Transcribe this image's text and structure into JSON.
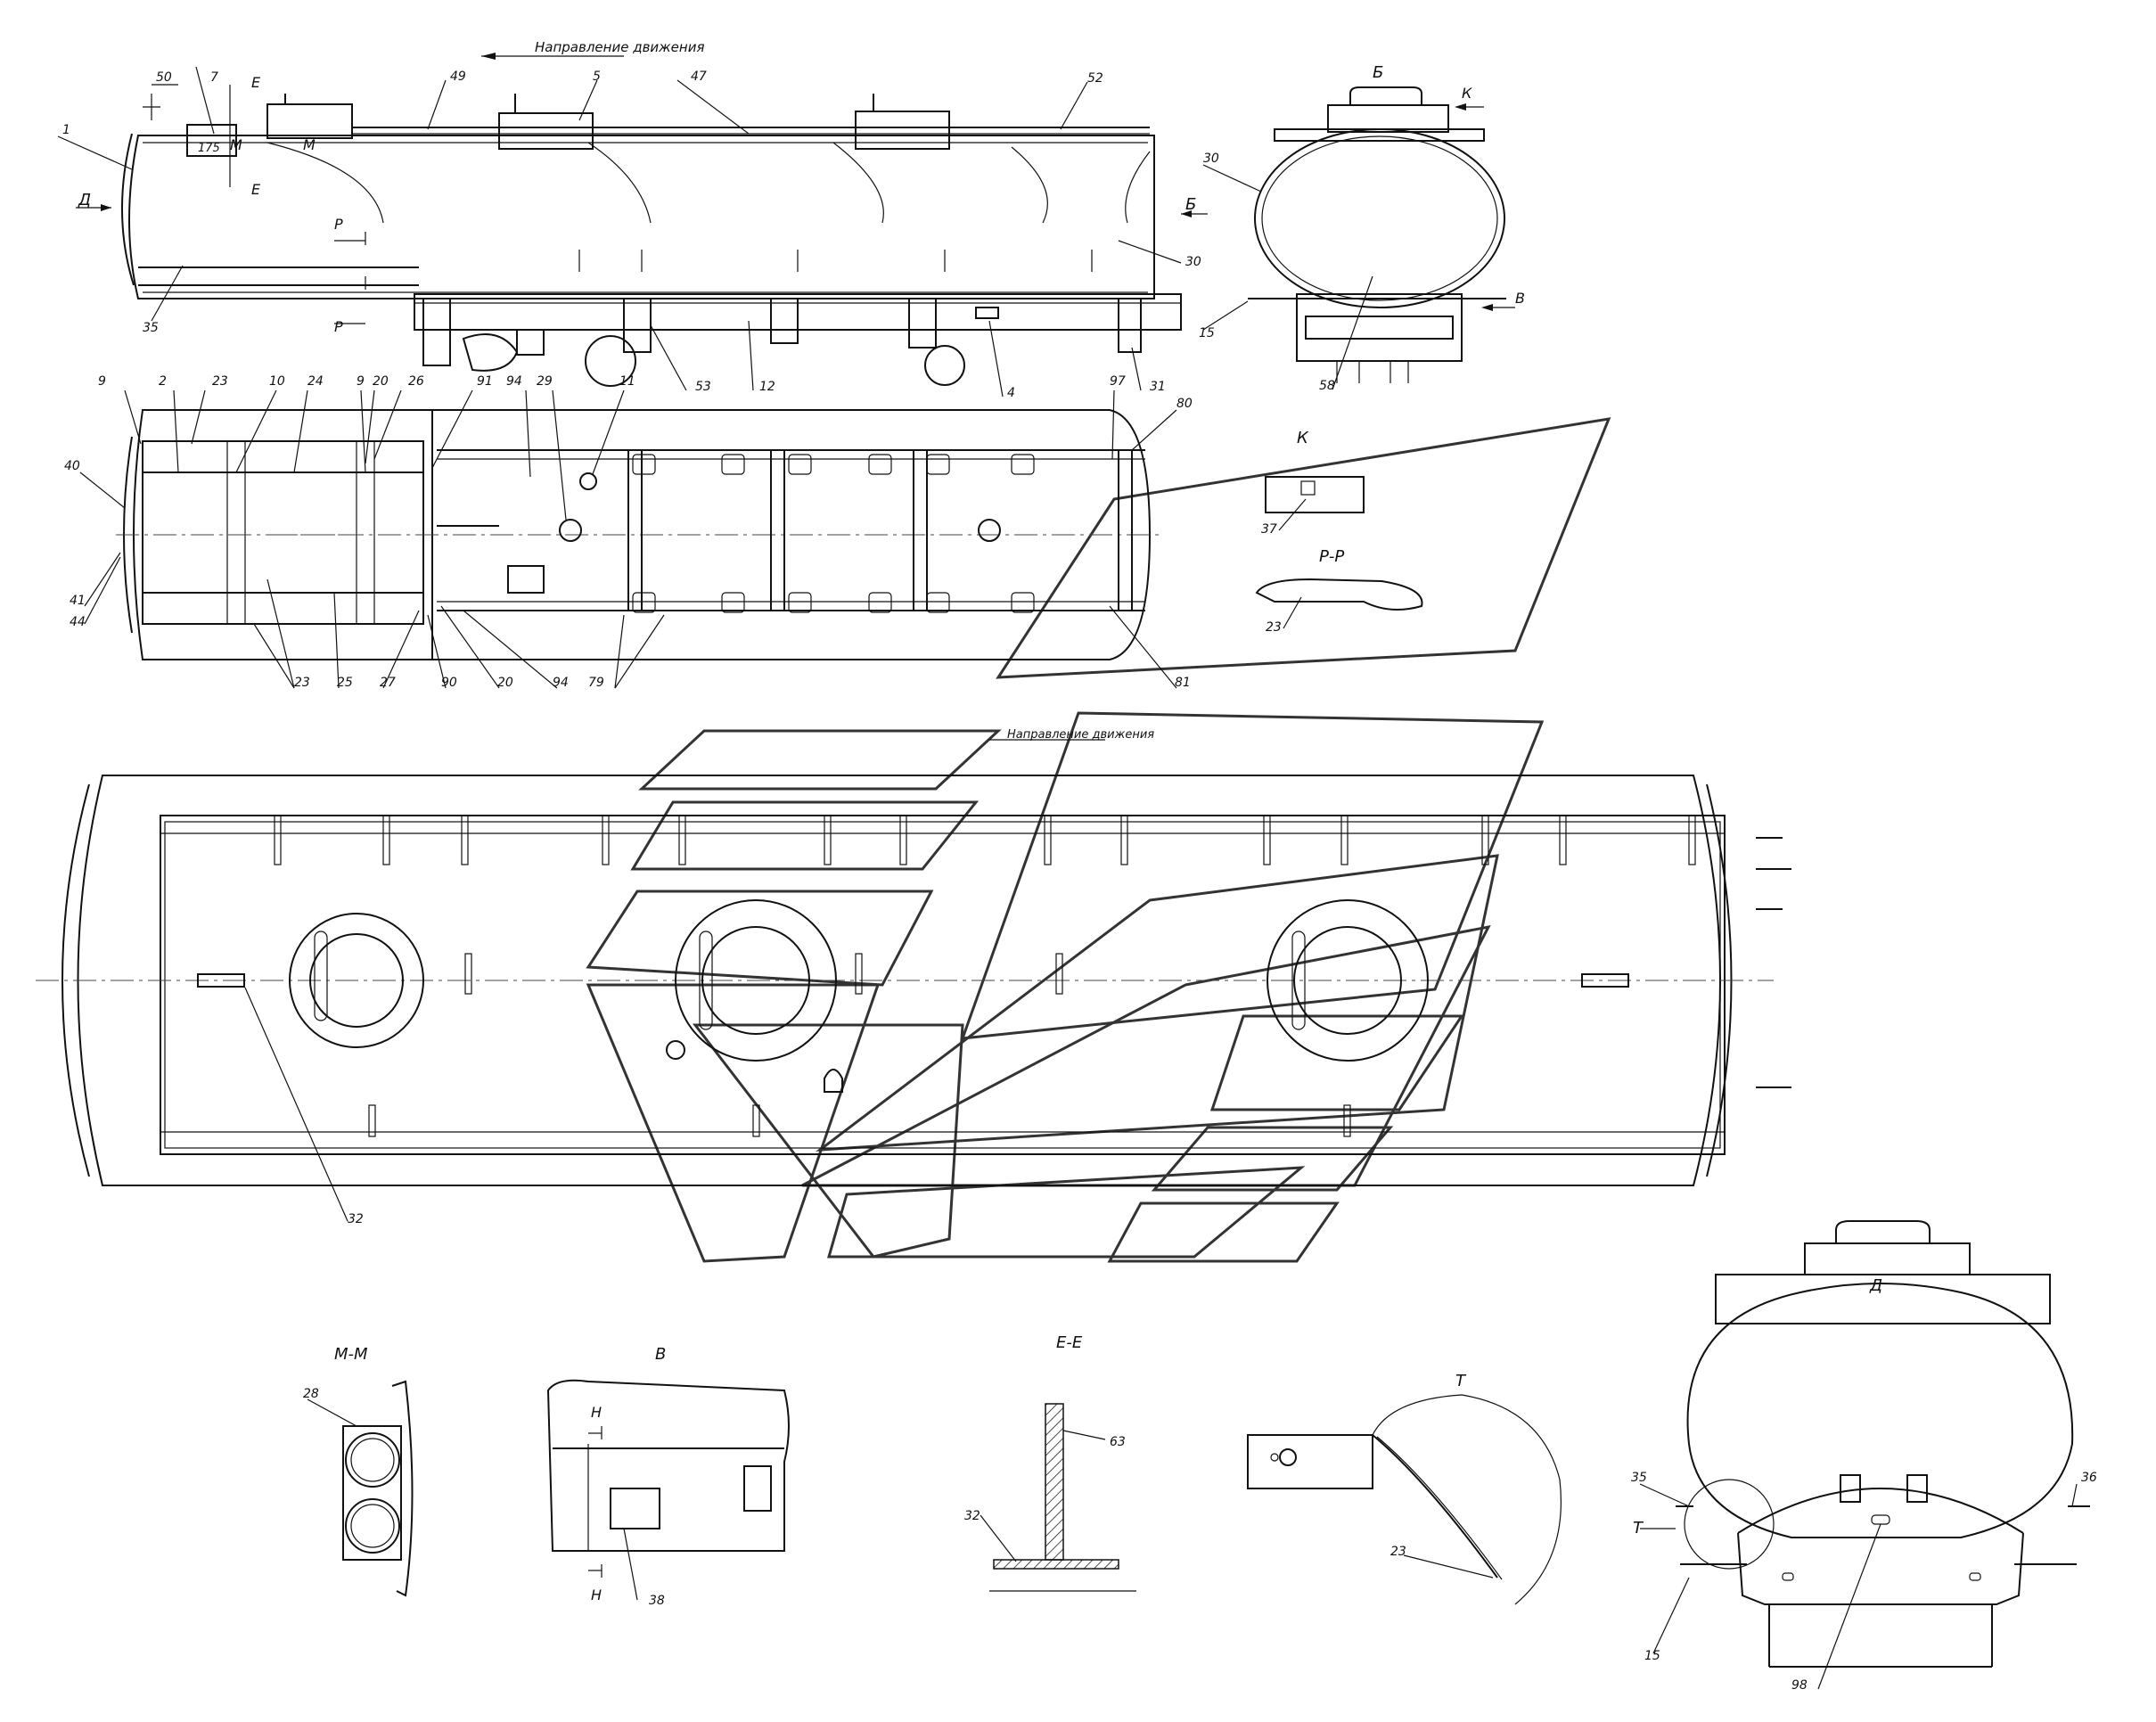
{
  "direction_label": "Направление движения",
  "views": {
    "b": "Б",
    "k": "К",
    "pp": "Р-Р",
    "d": "Д",
    "mm": "М-М",
    "v": "В",
    "ee": "Е-Е",
    "t": "Т"
  },
  "markers": {
    "d_arrow": "Д",
    "b_arrow": "Б",
    "e_top": "Е",
    "e_bottom": "Е",
    "m_left": "М",
    "m_right": "М",
    "p_top": "Р",
    "p_bottom": "Р",
    "k_arrow": "К",
    "v_arrow": "В",
    "h_top": "Н",
    "h_bottom": "Н",
    "t_mark": "Т"
  },
  "callouts": {
    "c50": "50",
    "c7": "7",
    "c175": "175",
    "c1": "1",
    "c49": "49",
    "c5": "5",
    "c47": "47",
    "c52": "52",
    "c35a": "35",
    "c53": "53",
    "c12": "12",
    "c4": "4",
    "c31": "31",
    "c30a": "30",
    "c30b": "30",
    "c15a": "15",
    "c58": "58",
    "c9a": "9",
    "c2": "2",
    "c23a": "23",
    "c10": "10",
    "c24": "24",
    "c9b": "9",
    "c20a": "20",
    "c26": "26",
    "c91": "91",
    "c94a": "94",
    "c29": "29",
    "c11": "11",
    "c97": "97",
    "c80": "80",
    "c40": "40",
    "c41": "41",
    "c44": "44",
    "c23b": "23",
    "c25": "25",
    "c27": "27",
    "c90": "90",
    "c20b": "20",
    "c94b": "94",
    "c79": "79",
    "c81": "81",
    "c37": "37",
    "c23c": "23",
    "c32a": "32",
    "c28": "28",
    "c38": "38",
    "c63": "63",
    "c32b": "32",
    "c23d": "23",
    "c35b": "35",
    "c36": "36",
    "c15b": "15",
    "c98": "98"
  }
}
